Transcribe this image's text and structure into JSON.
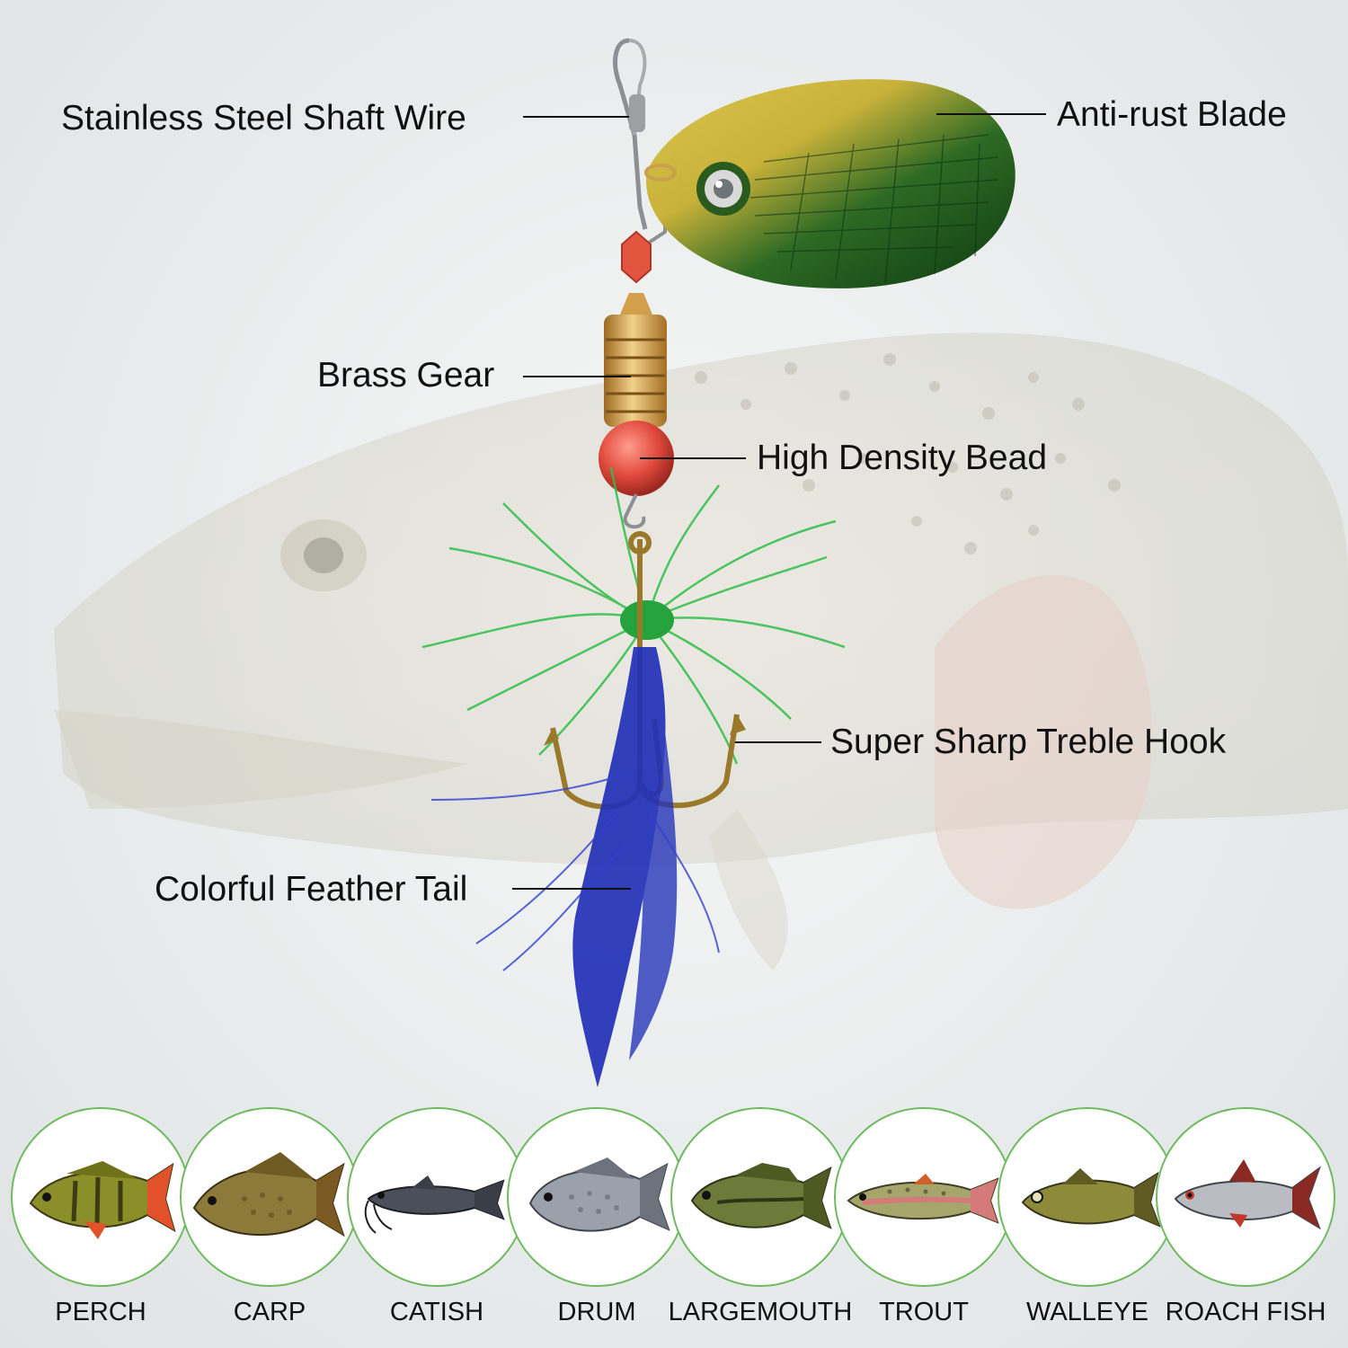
{
  "callouts": {
    "shaft_wire": "Stainless Steel Shaft Wire",
    "blade": "Anti-rust Blade",
    "brass_gear": "Brass Gear",
    "bead": "High Density Bead",
    "treble_hook": "Super Sharp Treble Hook",
    "feather_tail": "Colorful Feather Tail"
  },
  "fish": [
    {
      "name": "PERCH",
      "icon": "perch-icon"
    },
    {
      "name": "CARP",
      "icon": "carp-icon"
    },
    {
      "name": "CATISH",
      "icon": "catfish-icon"
    },
    {
      "name": "DRUM",
      "icon": "drum-icon"
    },
    {
      "name": "LARGEMOUTH",
      "icon": "largemouth-bass-icon"
    },
    {
      "name": "TROUT",
      "icon": "trout-icon"
    },
    {
      "name": "WALLEYE",
      "icon": "walleye-icon"
    },
    {
      "name": "ROACH FISH",
      "icon": "roach-fish-icon"
    }
  ],
  "colors": {
    "circle_border": "#6fba5f",
    "blade_green": "#1f5a1c",
    "blade_gold": "#c9b23a",
    "feather_blue": "#2231b8",
    "feather_green": "#2fbf4a",
    "brass": "#d8a94a",
    "bead_red": "#e0483c"
  }
}
